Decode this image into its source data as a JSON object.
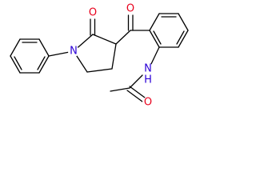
{
  "colors": {
    "background": "#ffffff",
    "bond": "#000000",
    "oxygen": "#e8001c",
    "nitrogen": "#2b00d6"
  },
  "atoms": {
    "lactam_oxygen": "O",
    "ketone_oxygen": "O",
    "ring_nitrogen": "N",
    "amide_nitrogen_n": "N",
    "amide_nitrogen_h": "H",
    "acetyl_oxygen": "O"
  }
}
